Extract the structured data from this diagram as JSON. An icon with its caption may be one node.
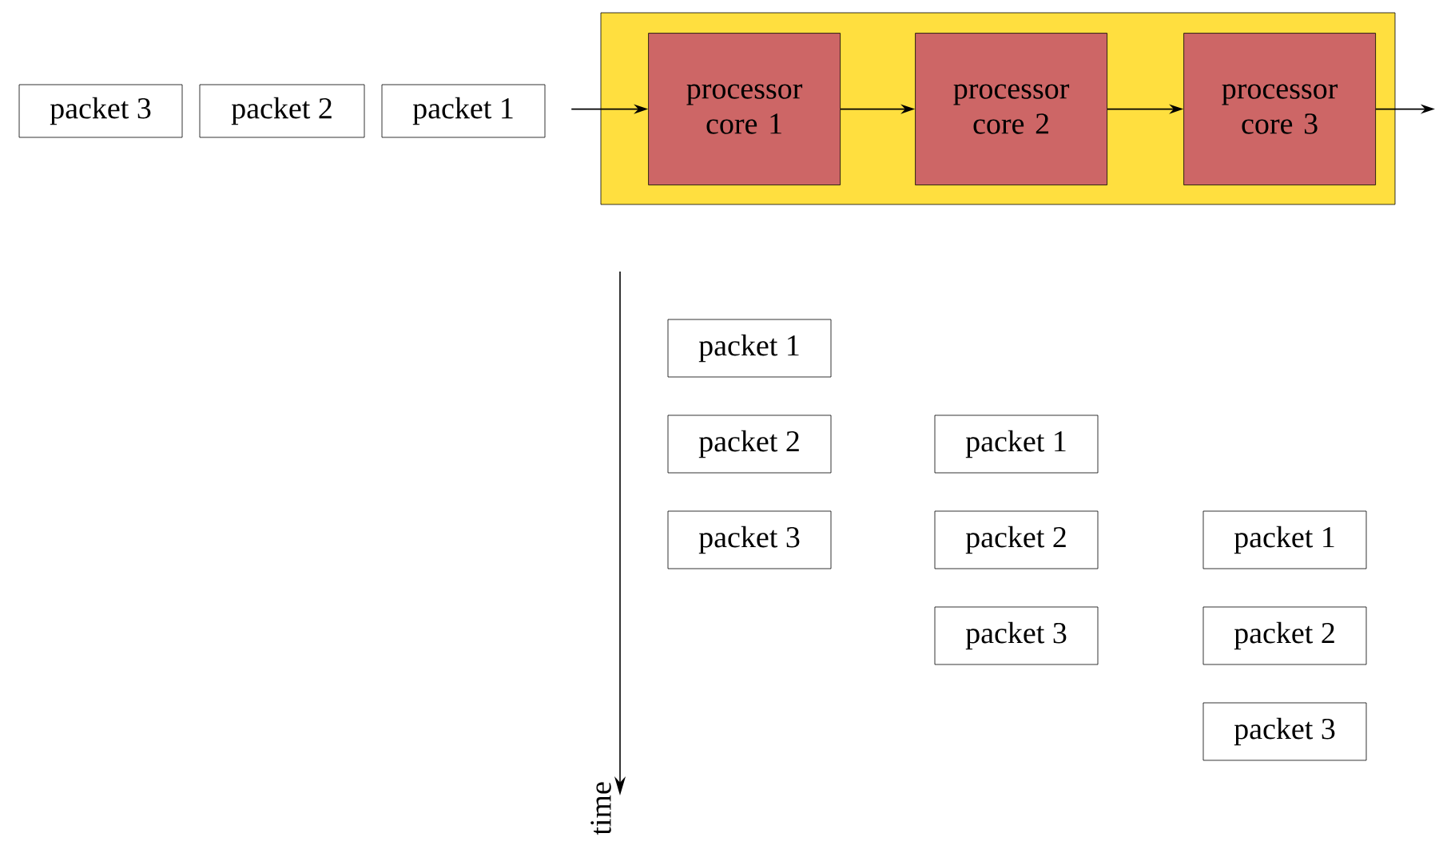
{
  "diagram": {
    "nodes": [
      {
        "text": [],
        "shape": "box"
      },
      {
        "text": [
          "packet 3"
        ]
      },
      {
        "text": [
          "packet 2"
        ]
      },
      {
        "text": [
          "packet 1"
        ]
      },
      {
        "text": [
          "processor core 1"
        ],
        "in": 0
      },
      {
        "text": [
          "processor core 2"
        ],
        "in": 0
      },
      {
        "text": [
          "processor core 3"
        ],
        "in": 0
      },
      {
        "text": [
          "packet 1"
        ]
      },
      {
        "text": [
          "packet 2"
        ]
      },
      {
        "text": [
          "packet 1"
        ]
      },
      {
        "text": [
          "packet 3"
        ]
      },
      {
        "text": [
          "packet 2"
        ]
      },
      {
        "text": [
          "packet 1"
        ]
      },
      {
        "text": [
          "packet 3"
        ]
      },
      {
        "text": [
          "packet 2"
        ]
      },
      {
        "text": [
          "packet 3"
        ]
      }
    ],
    "edges": [
      {
        "from": null,
        "to": 4,
        "arrow": "to"
      },
      {
        "from": 4,
        "to": 5,
        "arrow": "to"
      },
      {
        "from": 5,
        "to": 6,
        "arrow": "to"
      },
      {
        "from": 6,
        "to": null,
        "arrow": "to"
      }
    ],
    "labels": [
      "time"
    ]
  }
}
